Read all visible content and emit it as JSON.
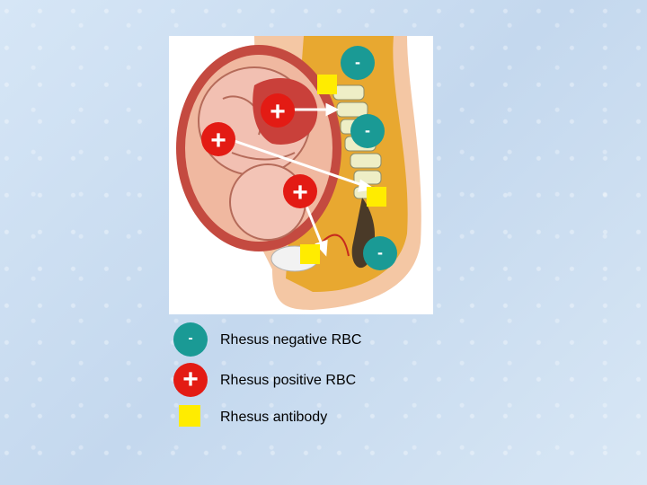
{
  "diagram": {
    "markers": {
      "negative_symbol": "-",
      "positive_symbol": "+"
    }
  },
  "legend": [
    {
      "symbol": "-",
      "label": "Rhesus negative RBC",
      "kind": "negative"
    },
    {
      "symbol": "+",
      "label": "Rhesus positive RBC",
      "kind": "positive"
    },
    {
      "symbol": "",
      "label": "Rhesus antibody",
      "kind": "antibody"
    }
  ],
  "colors": {
    "negative": "#1a9a95",
    "positive": "#e31b14",
    "antibody": "#ffec00",
    "background": "#cfe0f2"
  }
}
